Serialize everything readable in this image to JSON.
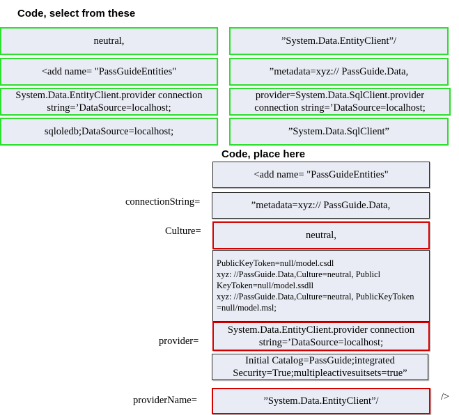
{
  "select_heading": "Code, select from these",
  "place_heading": "Code, place here",
  "choices": [
    "neutral,",
    "”System.Data.EntityClient”/",
    "<add name= \"PassGuideEntities\"",
    "”metadata=xyz:// PassGuide.Data,",
    [
      "System.Data.EntityClient.provider connection",
      "string=’DataSource=localhost;"
    ],
    [
      "provider=System.Data.SqlClient.provider",
      "connection string=’DataSource=localhost;"
    ],
    "sqloledb;DataSource=localhost;",
    "”System.Data.SqlClient”"
  ],
  "labels": {
    "connection_string": "connectionString=",
    "culture": "Culture=",
    "provider": "provider=",
    "provider_name": "providerName=",
    "closing": "/>"
  },
  "placed": {
    "add_name": "<add name= \"PassGuideEntities\"",
    "metadata": "”metadata=xyz:// PassGuide.Data,",
    "culture": "neutral,",
    "token_lines": [
      "PublicKeyToken=null/model.csdl",
      "xyz: //PassGuide.Data,Culture=neutral, Publicl",
      "KeyToken=null/model.ssdll",
      "xyz: //PassGuide.Data,Culture=neutral, PublicKeyToken",
      "=null/model.msl;"
    ],
    "provider": [
      "System.Data.EntityClient.provider connection",
      "string=’DataSource=localhost;"
    ],
    "catalog": [
      "Initial Catalog=PassGuide;integrated",
      "Security=True;multipleactivesuitsets=true”"
    ],
    "provider_name": "”System.Data.EntityClient”/"
  },
  "colors": {
    "box_fill": "#e9ecf4",
    "source_outline": "#2ee02e",
    "placed_highlight": "#d40000"
  }
}
